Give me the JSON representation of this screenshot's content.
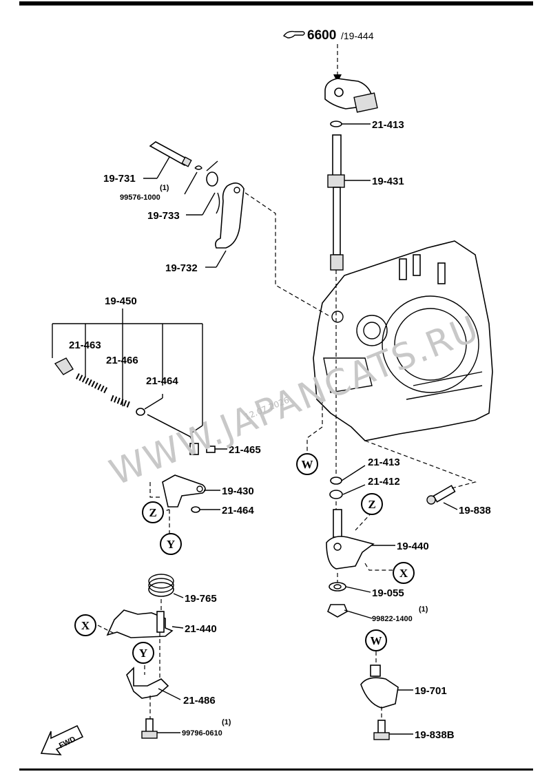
{
  "reference": {
    "main": "6600",
    "sub": "/19-444"
  },
  "watermark": "WWW.JAPANCATS.RU",
  "date_stamp": "12.07.2026",
  "fwd_label": "FWD",
  "callouts": [
    {
      "id": "x1",
      "text": "X"
    },
    {
      "id": "x2",
      "text": "X"
    },
    {
      "id": "y1",
      "text": "Y"
    },
    {
      "id": "y2",
      "text": "Y"
    },
    {
      "id": "z1",
      "text": "Z"
    },
    {
      "id": "z2",
      "text": "Z"
    },
    {
      "id": "w1",
      "text": "W"
    },
    {
      "id": "w2",
      "text": "W"
    }
  ],
  "parts": {
    "p21413a": "21-413",
    "p19431": "19-431",
    "p19731": "19-731",
    "p99576_qty": "(1)",
    "p99576": "99576-1000",
    "p19733": "19-733",
    "p19732": "19-732",
    "p19450": "19-450",
    "p21463": "21-463",
    "p21466": "21-466",
    "p21464a": "21-464",
    "p21465": "21-465",
    "p21413b": "21-413",
    "p21412": "21-412",
    "p19838": "19-838",
    "p19430": "19-430",
    "p21464b": "21-464",
    "p19440": "19-440",
    "p19055": "19-055",
    "p99822_qty": "(1)",
    "p99822": "99822-1400",
    "p19765": "19-765",
    "p21440": "21-440",
    "p21486": "21-486",
    "p99796_qty": "(1)",
    "p99796": "99796-0610",
    "p19701": "19-701",
    "p19838b": "19-838B"
  }
}
